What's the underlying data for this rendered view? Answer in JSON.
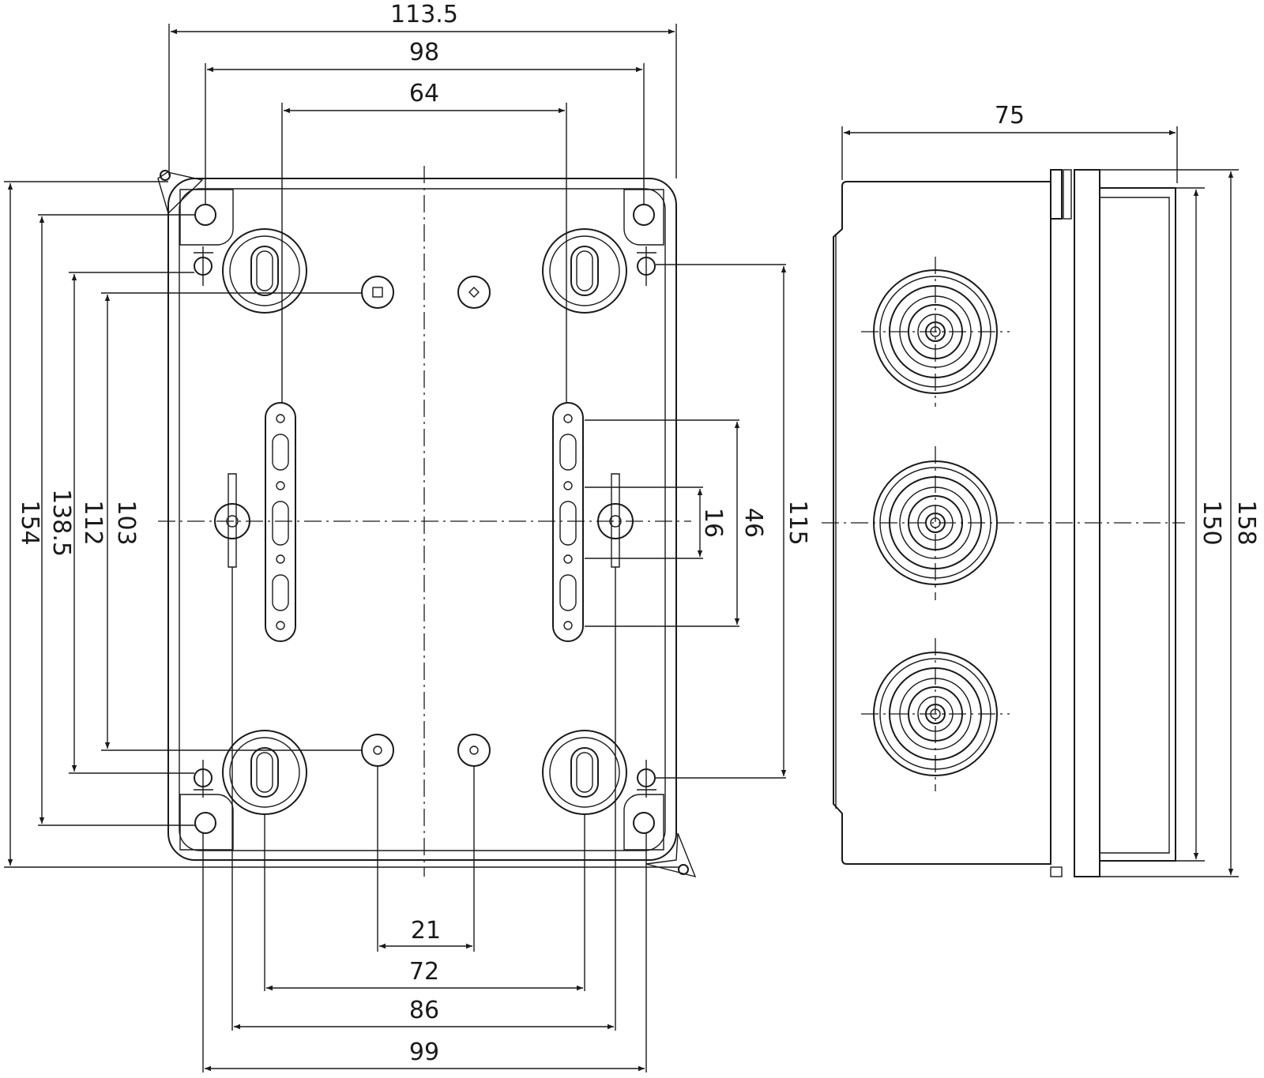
{
  "dimensions": {
    "front_width_overall": "113.5",
    "front_mount_outer": "98",
    "front_slot_spacing": "64",
    "front_bottom_inner": "21",
    "front_bottom_72": "72",
    "front_bottom_86": "86",
    "front_bottom_99": "99",
    "front_height_overall": "154",
    "front_height_138_5": "138.5",
    "front_height_112": "112",
    "front_height_103": "103",
    "front_slot_length": "46",
    "front_slot_pitch": "16",
    "front_height_115": "115",
    "side_depth": "75",
    "side_height_inner": "150",
    "side_height_overall": "158"
  }
}
